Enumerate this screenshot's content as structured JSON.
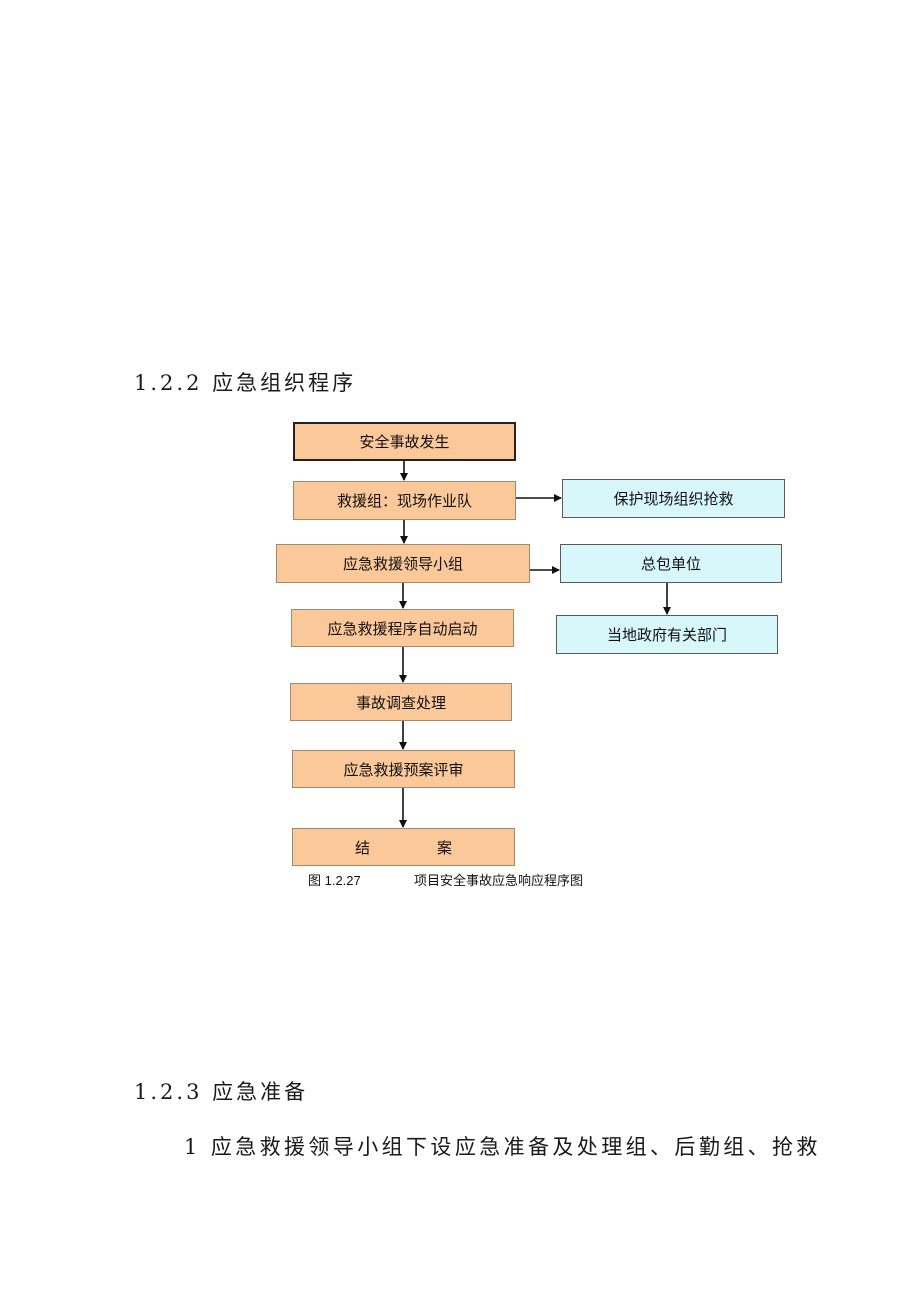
{
  "section_122": {
    "number": "1.2.2",
    "title": "应急组织程序"
  },
  "flowchart": {
    "main": [
      "安全事故发生",
      "救援组：现场作业队",
      "应急救援领导小组",
      "应急救援程序自动启动",
      "事故调查处理",
      "应急救援预案评审"
    ],
    "final": [
      "结",
      "案"
    ],
    "side": [
      "保护现场组织抢救",
      "总包单位",
      "当地政府有关部门"
    ]
  },
  "caption": {
    "number": "图 1.2.27",
    "text": "项目安全事故应急响应程序图"
  },
  "section_123": {
    "number": "1.2.3",
    "title": "应急准备"
  },
  "paragraph": "1 应急救援领导小组下设应急准备及处理组、后勤组、抢救",
  "colors": {
    "main_fill": "#fbc899",
    "side_fill": "#d7f7fa"
  }
}
